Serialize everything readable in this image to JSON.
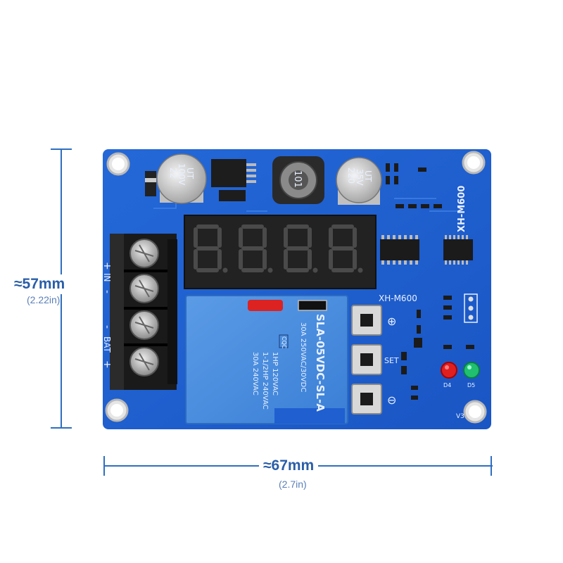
{
  "dimensions": {
    "height": {
      "label": "≈57mm",
      "sub": "(2.22in)"
    },
    "width": {
      "label": "≈67mm",
      "sub": "(2.7in)"
    }
  },
  "board": {
    "model_top": "XH-M600",
    "model_mid": "XH-M600",
    "version": "V3",
    "terminal_labels": [
      "+",
      "IN",
      "-",
      "-",
      "BAT",
      "+"
    ],
    "button_labels": [
      "⊕",
      "SET",
      "⊖"
    ],
    "led_labels": [
      "D4",
      "D5"
    ],
    "cap_left": {
      "top": "22",
      "mid": "100V",
      "bot": "UT"
    },
    "cap_right": {
      "top": "220",
      "mid": "35V",
      "bot": "UT"
    },
    "inductor": "101",
    "relay": {
      "model": "SLA-05VDC-SL-A",
      "line1": "30A 250VAC/30VDC",
      "line2": "1HP 120VAC",
      "line3": "1-1/2HP 240VAC",
      "line4": "30A 240VAC",
      "cert": "CQC"
    },
    "display_digits": 4
  },
  "colors": {
    "pcb": "#1f5fd0",
    "pcb_dark": "#1549aa",
    "relay": "#4a8ee0",
    "led_red": "#e02020",
    "led_green": "#20c060",
    "dimension": "#2f6fc0"
  }
}
